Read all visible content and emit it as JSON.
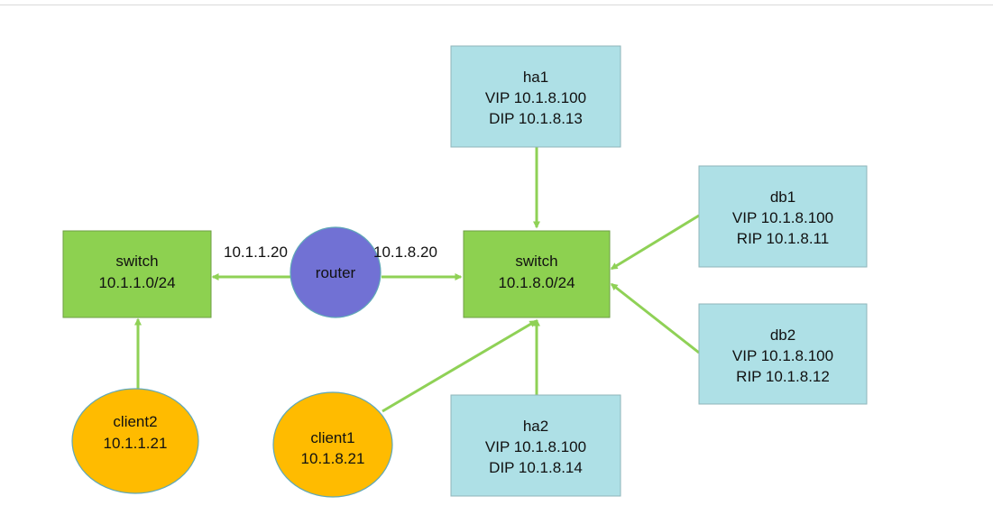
{
  "colors": {
    "arrow": "#8fd156",
    "switch_fill": "#8dd150",
    "server_fill": "#aee0e6",
    "client_fill": "#ffbb00",
    "router_fill": "#7171d4"
  },
  "nodes": {
    "switch_left": {
      "lines": [
        "switch",
        "10.1.1.0/24"
      ]
    },
    "switch_right": {
      "lines": [
        "switch",
        "10.1.8.0/24"
      ]
    },
    "router": {
      "lines": [
        "router"
      ]
    },
    "ha1": {
      "lines": [
        "ha1",
        "VIP 10.1.8.100",
        "DIP 10.1.8.13"
      ]
    },
    "ha2": {
      "lines": [
        "ha2",
        "VIP 10.1.8.100",
        "DIP 10.1.8.14"
      ]
    },
    "db1": {
      "lines": [
        "db1",
        "VIP 10.1.8.100",
        "RIP 10.1.8.11"
      ]
    },
    "db2": {
      "lines": [
        "db2",
        "VIP 10.1.8.100",
        "RIP 10.1.8.12"
      ]
    },
    "client1": {
      "lines": [
        "client1",
        "10.1.8.21"
      ]
    },
    "client2": {
      "lines": [
        "client2",
        "10.1.1.21"
      ]
    }
  },
  "edge_labels": {
    "router_left": "10.1.1.20",
    "router_right": "10.1.8.20"
  }
}
